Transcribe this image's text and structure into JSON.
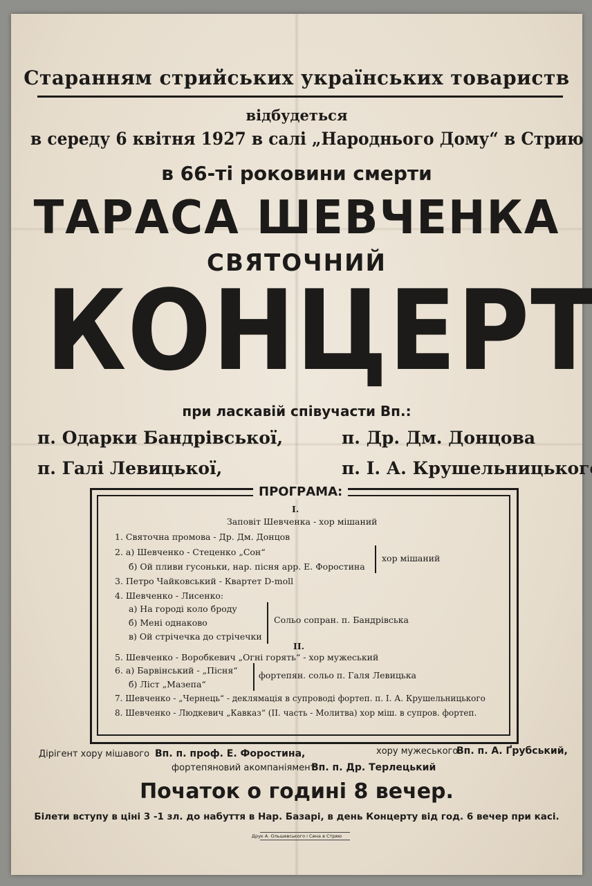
{
  "poster": {
    "header": "Старанням стрийських українських товариств",
    "intro": "відбудеться",
    "date_line": "в середу 6 квітня 1927 в салі „Народнього Дому“ в Стрию",
    "occasion": "в 66-ті роковини смерти",
    "honoree": "ТАРАСА ШЕВЧЕНКА",
    "event_adj": "СВЯТОЧНИЙ",
    "event": "КОНЦЕРТ",
    "participation": "при ласкавій співучасти Вп.:",
    "singers": [
      "п. Одарки Бандрівської,",
      "п. Др. Дм. Донцова",
      "п. Галі Левицької,",
      "п. І. А. Крушельницького"
    ],
    "program": {
      "title": "ПРОГРАМА:",
      "part1": "I.",
      "opening": "Заповіт Шевченка - хор мішаний",
      "item1": "1. Святочна промова - Др. Дм. Донцов",
      "item2a": "2. а) Шевченко - Стеценко „Сон“",
      "item2b": "б) Ой пливи гусоньки, нар. пісня арр. Е. Форостина",
      "item2_perf": "хор мішаний",
      "item3": "3. Петро Чайковський - Квартет D-moll",
      "item4": "4. Шевченко - Лисенко:",
      "item4a": "а) На городі коло броду",
      "item4b": "б) Мені однаково",
      "item4c": "в) Ой стрічечка до стрічечки",
      "item4_perf": "Сольо сопран. п. Бандрівська",
      "part2": "II.",
      "item5": "5. Шевченко - Воробкевич „Огні горять“ - хор мужеський",
      "item6a": "6. а) Барвінський - „Пісня“",
      "item6b": "б) Ліст „Мазепа“",
      "item6_perf": "фортепян. сольо п. Галя Левицька",
      "item7": "7. Шевченко - „Чернець“ - деклямація в супроводі фортеп. п. І. А. Крушельницького",
      "item8": "8. Шевченко - Людкевич „Кавказ“ (II. часть - Молитва) хор міш. в супров. фортеп."
    },
    "conductor_mixed_label": "Дірігент хору мішавого",
    "conductor_mixed_name": "Вп. п. проф. Е. Форостина,",
    "conductor_male_label": "хору мужеського",
    "conductor_male_name": "Вп. п. А. Ґрубський,",
    "piano_label": "фортепяновий акомпаніямент",
    "piano_name": "Вп. п. Др. Терлецький",
    "start": "Початок о годині 8 вечер.",
    "tickets": "Білети вступу в ціні 3 -1 зл. до набуття в Нар. Базарі, в день Концерту від год. 6 вечер при касі.",
    "printer": "Друк А. Ольшевського і Сина в Стрию"
  }
}
